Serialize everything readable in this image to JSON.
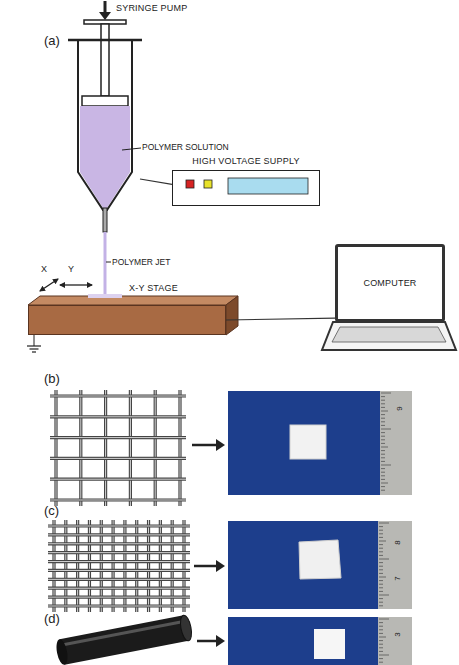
{
  "diagram": {
    "nodes": [
      {
        "text": [
          "SYRINGE PUMP"
        ]
      },
      {
        "text": [
          "HIGH VOLTAGE SUPPLY"
        ]
      },
      {
        "text": [
          "X-Y STAGE"
        ]
      },
      {
        "text": [
          "COMPUTER"
        ]
      }
    ],
    "edges": [
      {
        "from": 0,
        "to": 1,
        "arrow": "none"
      },
      {
        "from": 2,
        "to": 3,
        "arrow": "none"
      }
    ],
    "labels": [
      "(a)",
      "POLYMER SOLUTION",
      "POLYMER JET",
      "X",
      "Y",
      "(b)",
      "9",
      "(c)",
      "7",
      "8",
      "(d)",
      "3"
    ]
  }
}
